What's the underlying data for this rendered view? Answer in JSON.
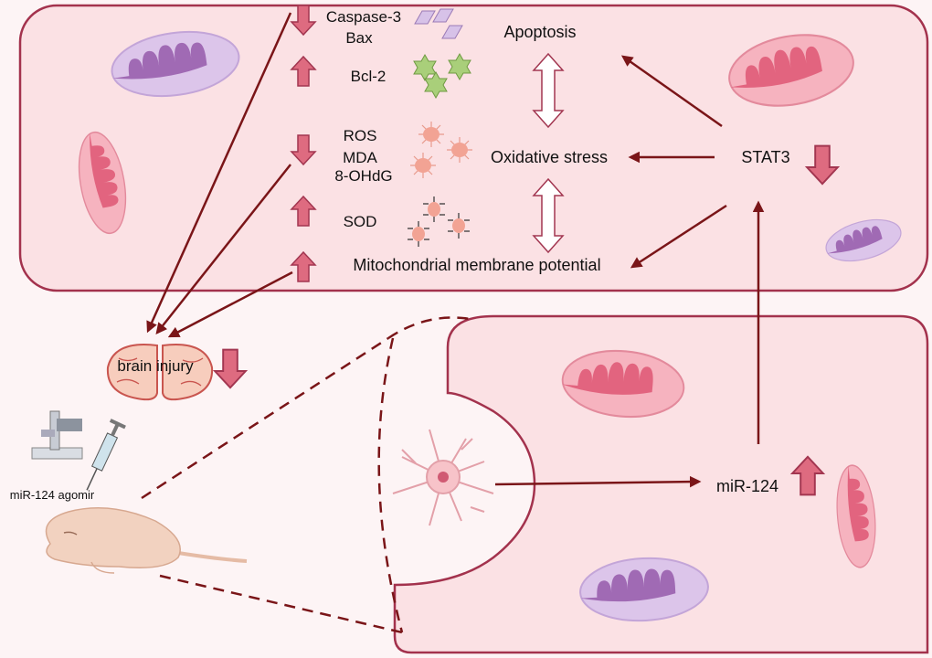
{
  "labels": {
    "caspase3": "Caspase-3",
    "bax": "Bax",
    "bcl2": "Bcl-2",
    "ros": "ROS",
    "mda": "MDA",
    "ohdg": "8-OHdG",
    "sod": "SOD",
    "mmp": "Mitochondrial membrane potential",
    "apoptosis": "Apoptosis",
    "oxidative_stress": "Oxidative stress",
    "stat3": "STAT3",
    "brain_injury": "brain injury",
    "agomir": "miR-124 agomir",
    "mir124": "miR-124"
  },
  "colors": {
    "background": "#fdf4f5",
    "cell_fill": "#fbe1e4",
    "cell_border": "#a3324d",
    "pathway_arrow": "#7a1518",
    "regulation_arrow_fill": "#de6b80",
    "regulation_arrow_stroke": "#a23650",
    "mito_pink": "#e2647f",
    "mito_purple": "#a06ab4"
  },
  "regulation": {
    "caspase3_bax": "down",
    "bcl2": "up",
    "ros_mda_8ohdg": "down",
    "sod": "up",
    "mmp": "up",
    "stat3": "down",
    "brain_injury": "down",
    "mir124": "up"
  }
}
